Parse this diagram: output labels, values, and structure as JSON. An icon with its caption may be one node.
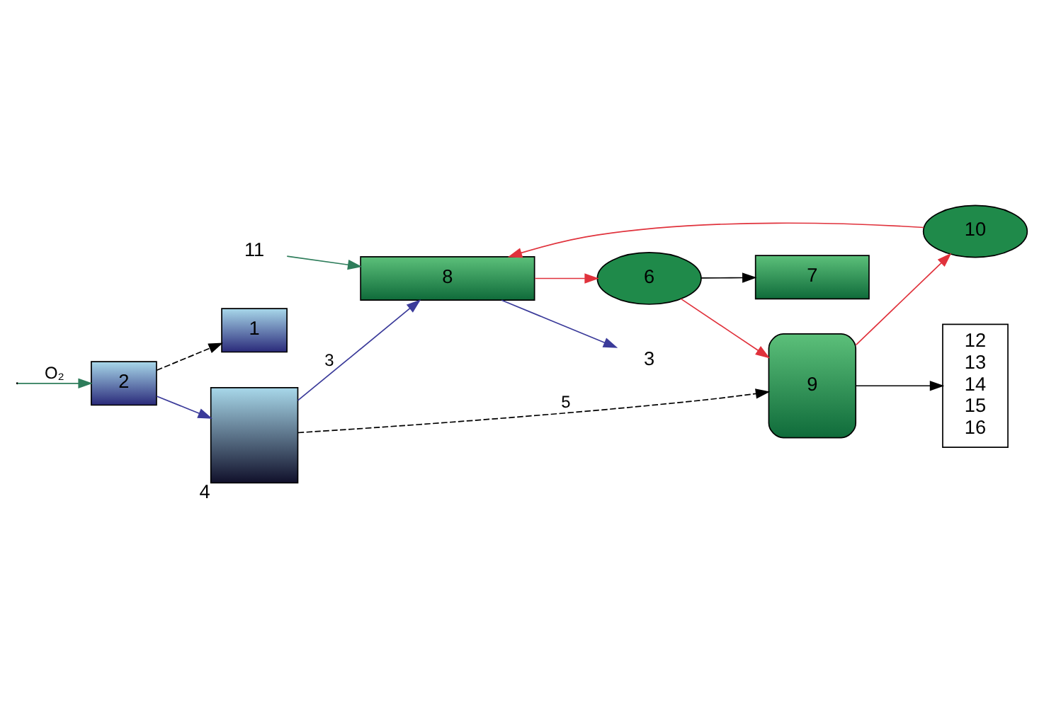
{
  "diagram": {
    "nodes": [
      {
        "text": [
          "1"
        ]
      },
      {
        "text": [
          "2"
        ]
      },
      {
        "text": [],
        "shape": "box",
        "beside": [
          "4"
        ]
      },
      {
        "text": [
          "8"
        ]
      },
      {
        "text": [
          "6"
        ]
      },
      {
        "text": [
          "7"
        ]
      },
      {
        "text": [
          "10"
        ]
      },
      {
        "text": [
          "9"
        ]
      },
      {
        "text": [
          "11"
        ]
      },
      {
        "text": [
          "3"
        ]
      },
      {
        "text": [
          "12",
          "13",
          "14",
          "15",
          "16"
        ]
      }
    ],
    "edges": [
      {
        "from": 1,
        "to": 0,
        "arrow": "to",
        "style": "dashed",
        "color": "#000000"
      },
      {
        "from": 1,
        "to": 2,
        "arrow": "to",
        "color": "#3b3b9a"
      },
      {
        "from": null,
        "to": 1,
        "arrow": "to",
        "label": "O₂",
        "color": "#2e7d5b"
      },
      {
        "from": 2,
        "to": 3,
        "arrow": "to",
        "label": "3",
        "color": "#3b3b9a"
      },
      {
        "from": 8,
        "to": 3,
        "arrow": "to",
        "color": "#2e7d5b"
      },
      {
        "from": 3,
        "to": 9,
        "arrow": "to",
        "color": "#3b3b9a"
      },
      {
        "from": 3,
        "to": 4,
        "arrow": "to",
        "color": "#e0323c"
      },
      {
        "from": 4,
        "to": 5,
        "arrow": "to",
        "color": "#000000"
      },
      {
        "from": 4,
        "to": 7,
        "arrow": "to",
        "color": "#e0323c"
      },
      {
        "from": 2,
        "to": 7,
        "arrow": "to",
        "label": "5",
        "style": "dashed",
        "color": "#000000"
      },
      {
        "from": 7,
        "to": 6,
        "arrow": "to",
        "color": "#e0323c"
      },
      {
        "from": 6,
        "to": 3,
        "arrow": "to",
        "color": "#e0323c"
      },
      {
        "from": 7,
        "to": 10,
        "arrow": "to",
        "color": "#000000"
      }
    ]
  }
}
